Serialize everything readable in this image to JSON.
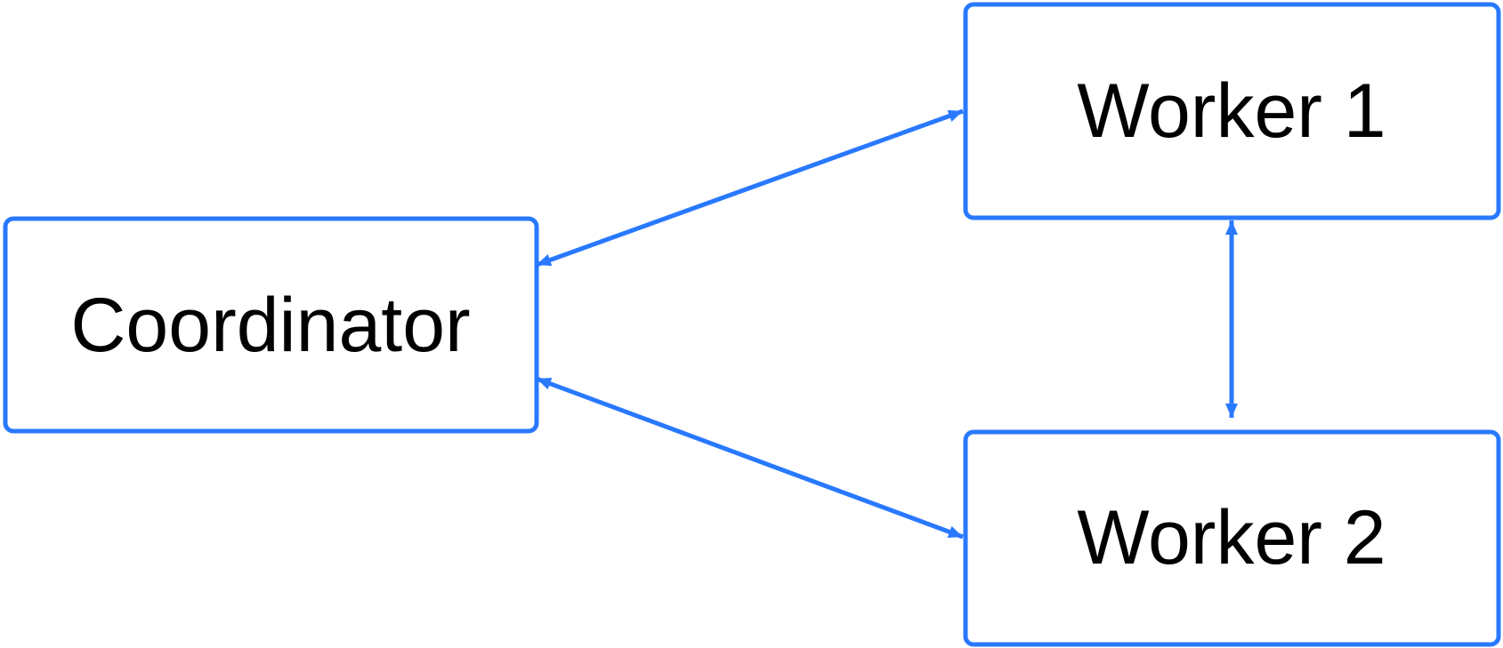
{
  "diagram": {
    "type": "flow",
    "colors": {
      "stroke": "#2979ff",
      "text": "#000000",
      "background": "#ffffff"
    },
    "nodes": [
      {
        "id": "coordinator",
        "label": "Coordinator"
      },
      {
        "id": "worker1",
        "label": "Worker 1"
      },
      {
        "id": "worker2",
        "label": "Worker 2"
      }
    ],
    "edges": [
      {
        "from": "coordinator",
        "to": "worker1",
        "direction": "both"
      },
      {
        "from": "coordinator",
        "to": "worker2",
        "direction": "both"
      },
      {
        "from": "worker1",
        "to": "worker2",
        "direction": "both"
      }
    ]
  }
}
